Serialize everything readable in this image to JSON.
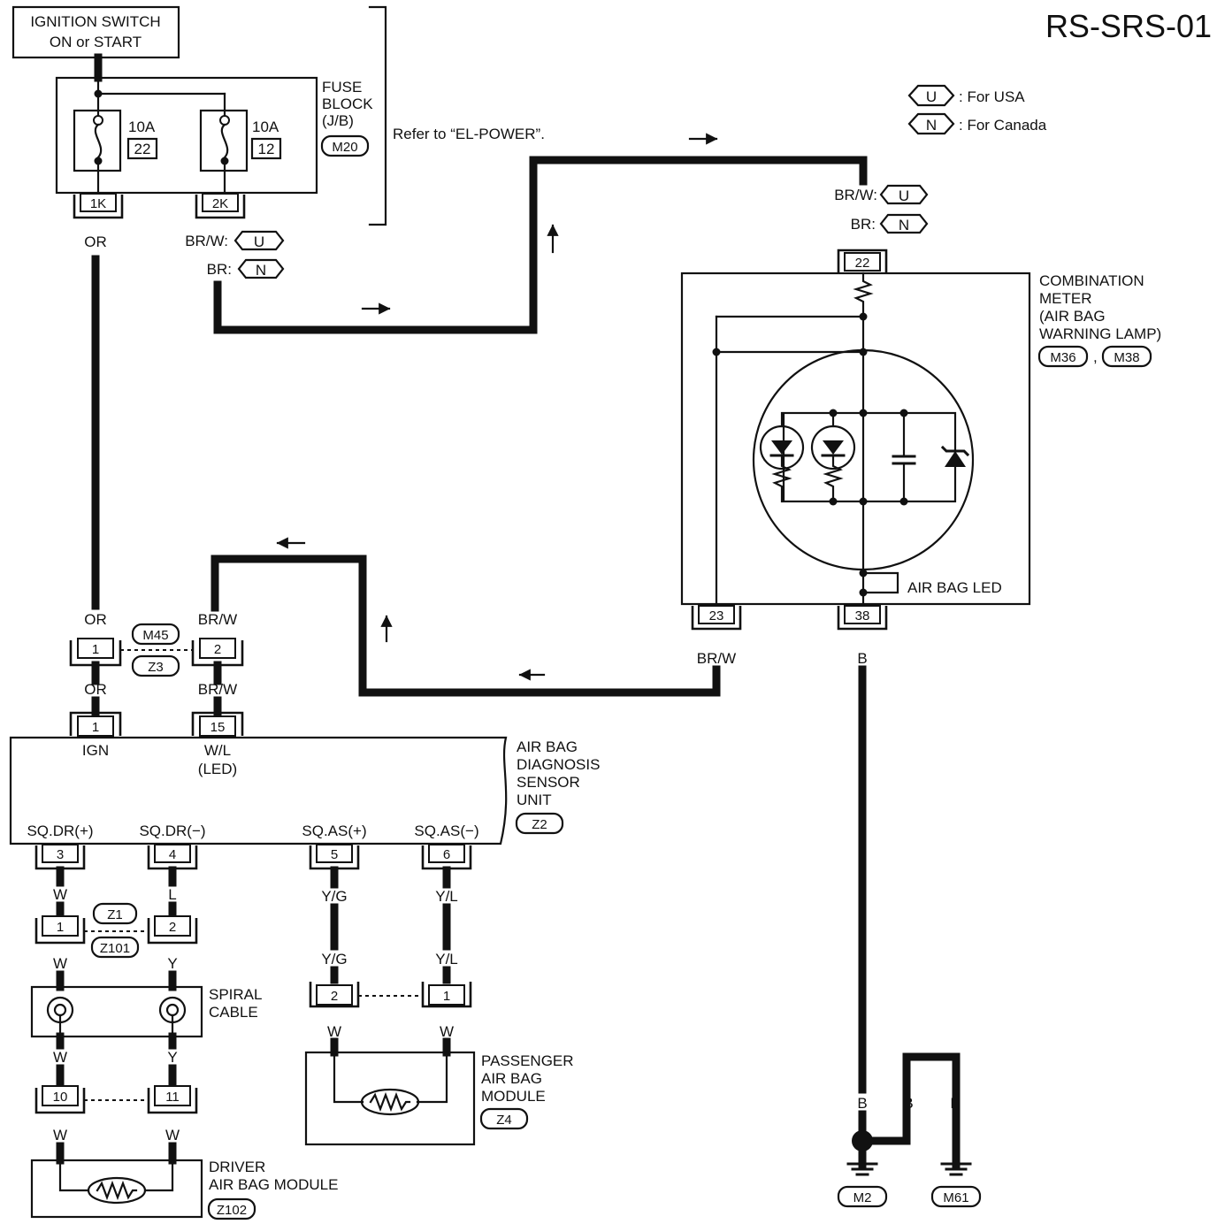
{
  "page_code": "RS-SRS-01",
  "legend": [
    {
      "badge": "U",
      "text": ": For USA"
    },
    {
      "badge": "N",
      "text": ": For Canada"
    }
  ],
  "ignition_switch": {
    "line1": "IGNITION SWITCH",
    "line2": "ON or START"
  },
  "fuse_block": {
    "lines": [
      "FUSE",
      "BLOCK",
      "(J/B)"
    ],
    "connector": "M20",
    "refer": "Refer to “EL-POWER”.",
    "fuses": [
      {
        "rating": "10A",
        "number": "22"
      },
      {
        "rating": "10A",
        "number": "12"
      }
    ],
    "terminals": [
      "1K",
      "2K"
    ]
  },
  "wire_colors": {
    "or": "OR",
    "brw_u": "BR/W:",
    "br_n": "BR:",
    "brw": "BR/W",
    "b": "B",
    "w": "W",
    "l": "L",
    "y": "Y",
    "yg": "Y/G",
    "yl": "Y/L"
  },
  "badges": {
    "u": "U",
    "n": "N"
  },
  "combination_meter": {
    "lines": [
      "COMBINATION",
      "METER",
      "(AIR BAG",
      "WARNING LAMP)"
    ],
    "connectors": [
      "M36",
      "M38"
    ],
    "separator": ",",
    "terminal_top": "22",
    "terminal_left": "23",
    "terminal_right": "38",
    "led_label": "AIR BAG LED"
  },
  "joint_m45": {
    "upper": "M45",
    "lower": "Z3",
    "pins": [
      "1",
      "2"
    ]
  },
  "sensor_unit": {
    "lines": [
      "AIR BAG",
      "DIAGNOSIS",
      "SENSOR",
      "UNIT"
    ],
    "connector": "Z2",
    "top_pins": [
      {
        "num": "1",
        "label": "IGN",
        "sub": ""
      },
      {
        "num": "15",
        "label": "W/L",
        "sub": "(LED)"
      }
    ],
    "bottom_pins": [
      {
        "num": "3",
        "label": "SQ.DR(+)"
      },
      {
        "num": "4",
        "label": "SQ.DR(−)"
      },
      {
        "num": "5",
        "label": "SQ.AS(+)"
      },
      {
        "num": "6",
        "label": "SQ.AS(−)"
      }
    ]
  },
  "joint_z1": {
    "upper": "Z1",
    "lower": "Z101",
    "pins": [
      "1",
      "2"
    ]
  },
  "spiral_cable": {
    "lines": [
      "SPIRAL",
      "CABLE"
    ]
  },
  "joint_10_11": {
    "pins": [
      "10",
      "11"
    ]
  },
  "driver_module": {
    "lines": [
      "DRIVER",
      "AIR BAG MODULE"
    ],
    "connector": "Z102"
  },
  "joint_pass": {
    "pins": [
      "2",
      "1"
    ]
  },
  "passenger_module": {
    "lines": [
      "PASSENGER",
      "AIR BAG",
      "MODULE"
    ],
    "connector": "Z4"
  },
  "grounds": [
    "M2",
    "M61"
  ]
}
